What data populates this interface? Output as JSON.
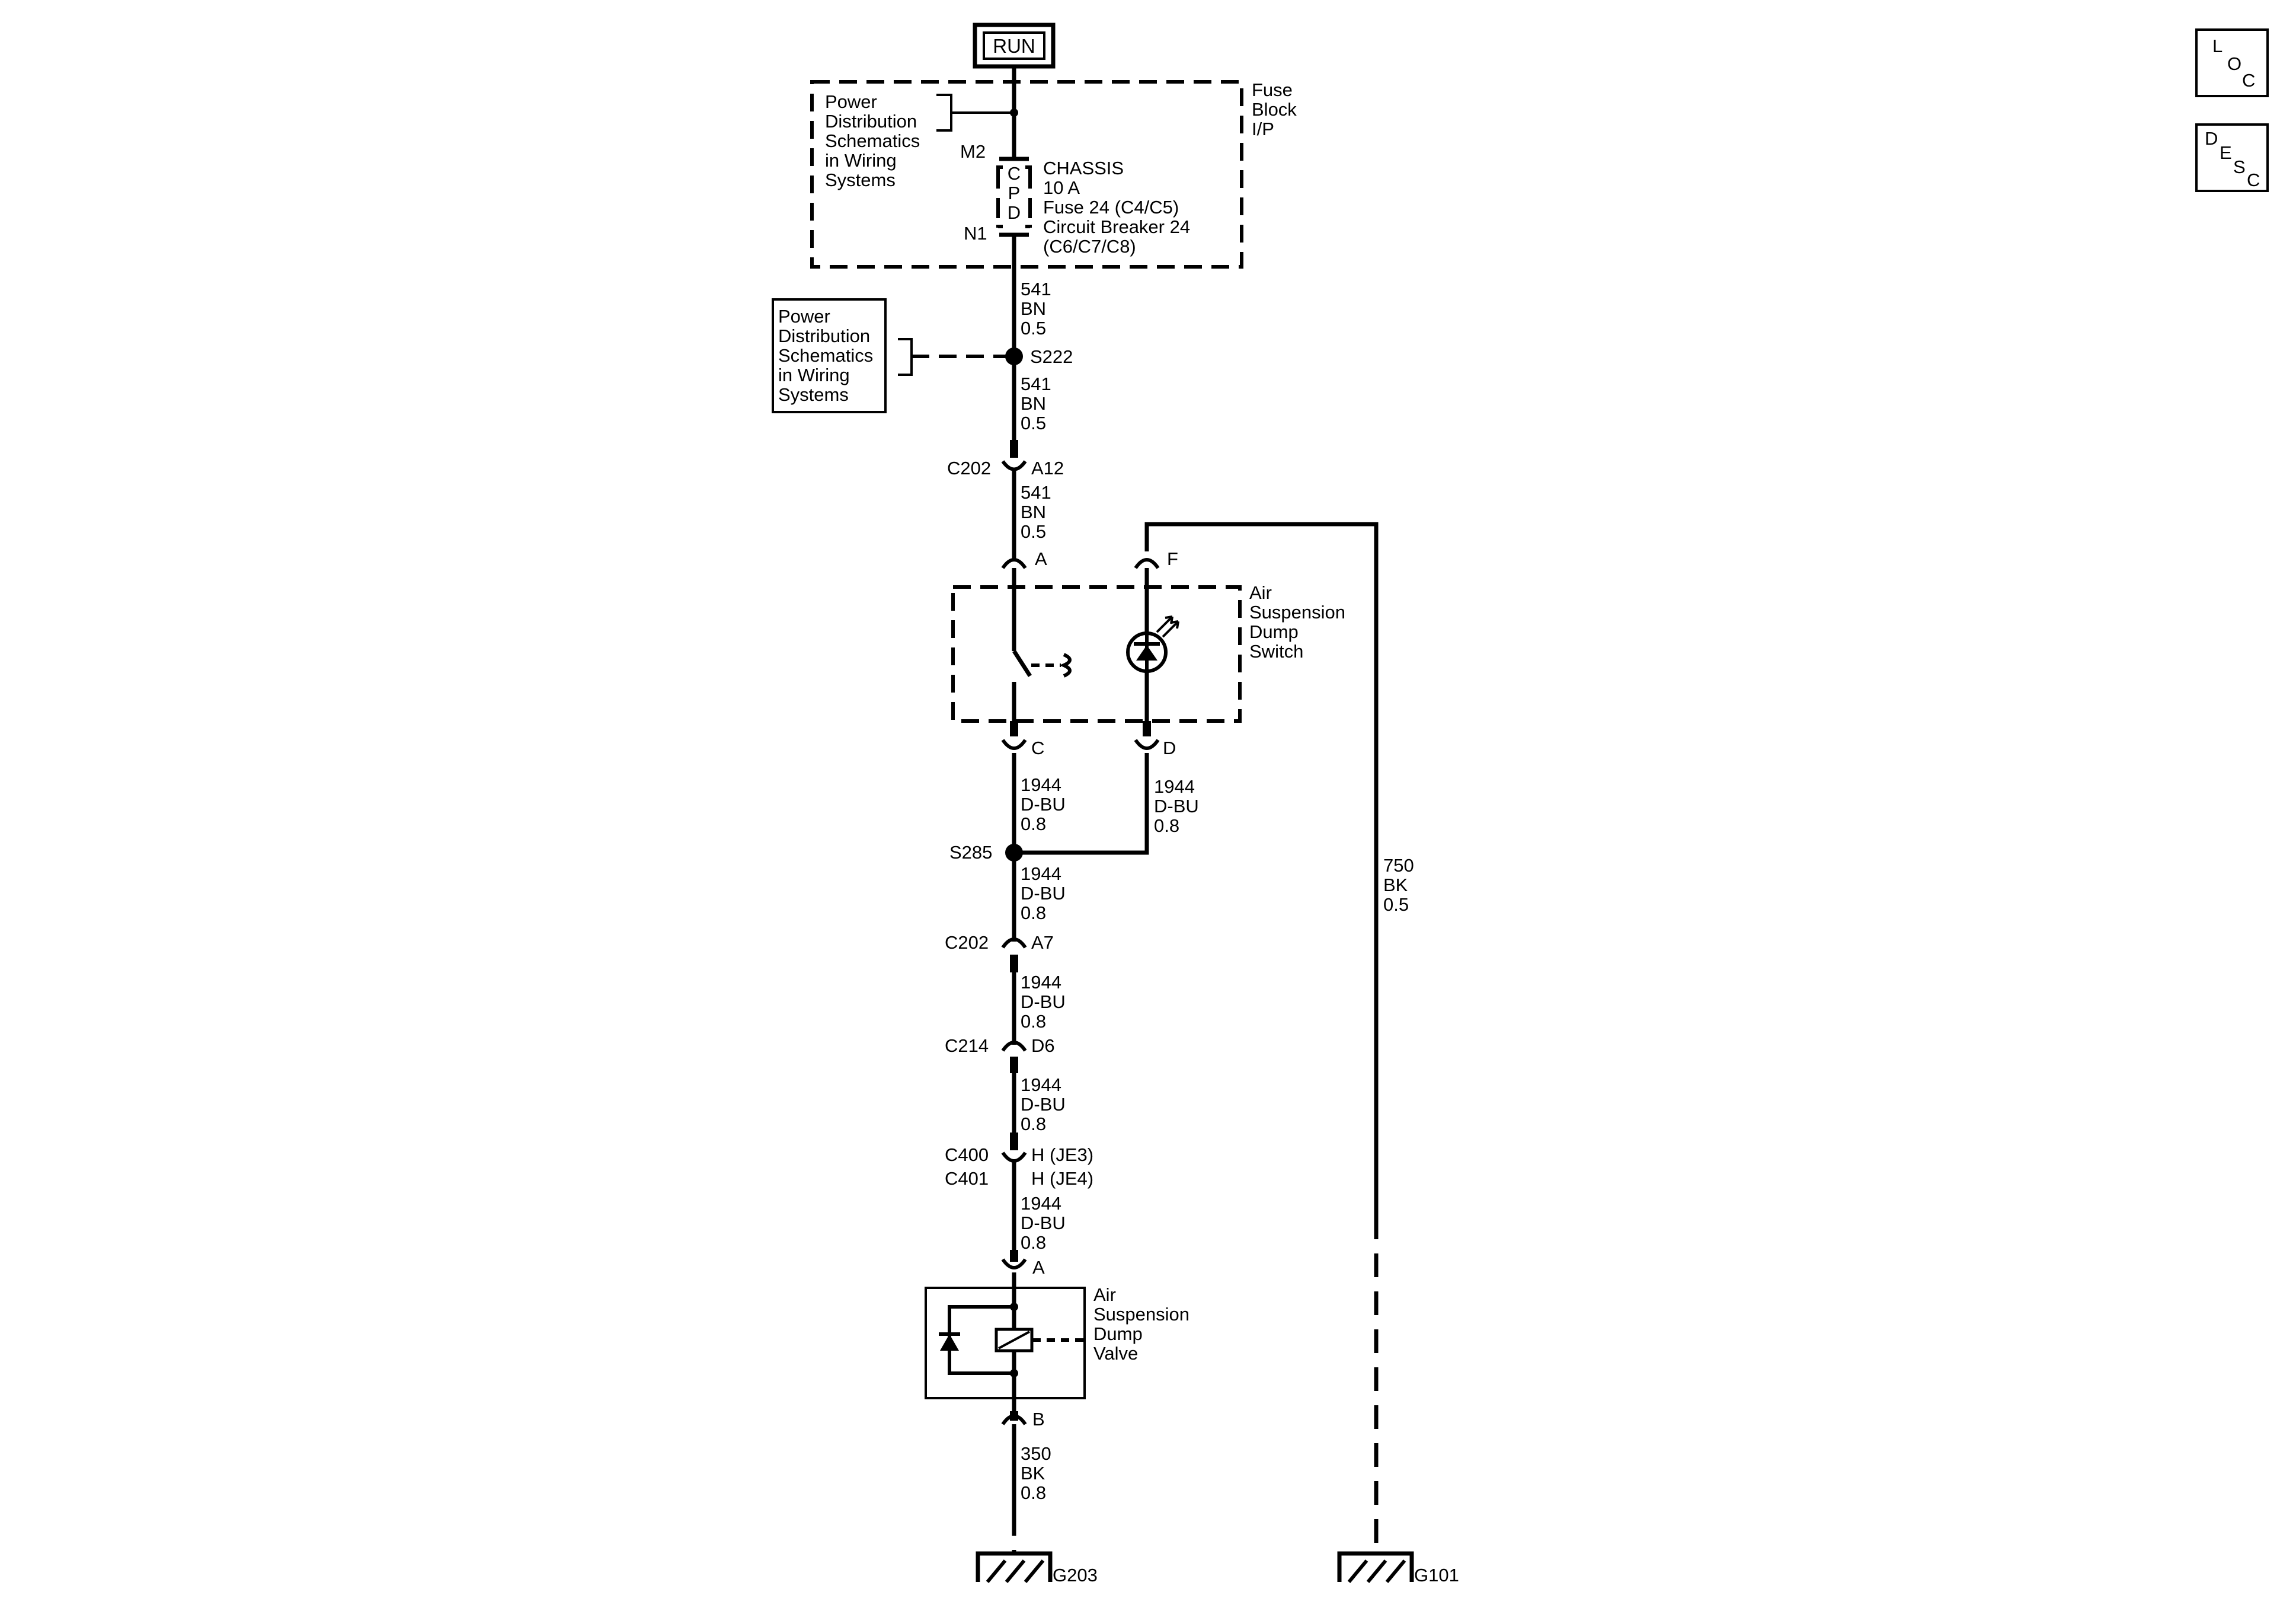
{
  "power_source": "RUN",
  "fuse_block": {
    "name_lines": [
      "Fuse",
      "Block",
      "I/P"
    ],
    "ref_lines": [
      "Power",
      "Distribution",
      "Schematics",
      "in Wiring",
      "Systems"
    ],
    "terminal_top": "M2",
    "terminal_bottom": "N1",
    "fuse_letters": [
      "C",
      "P",
      "D"
    ],
    "fuse_lines": [
      "CHASSIS",
      "10 A",
      "Fuse 24 (C4/C5)",
      "Circuit Breaker 24",
      "(C6/C7/C8)"
    ]
  },
  "splice_ref": {
    "lines": [
      "Power",
      "Distribution",
      "Schematics",
      "in Wiring",
      "Systems"
    ]
  },
  "wires": {
    "w541_a": [
      "541",
      "BN",
      "0.5"
    ],
    "w541_b": [
      "541",
      "BN",
      "0.5"
    ],
    "w541_c": [
      "541",
      "BN",
      "0.5"
    ],
    "w1944_a": [
      "1944",
      "D-BU",
      "0.8"
    ],
    "w1944_d": [
      "1944",
      "D-BU",
      "0.8"
    ],
    "w1944_b": [
      "1944",
      "D-BU",
      "0.8"
    ],
    "w1944_c": [
      "1944",
      "D-BU",
      "0.8"
    ],
    "w1944_e": [
      "1944",
      "D-BU",
      "0.8"
    ],
    "w1944_f": [
      "1944",
      "D-BU",
      "0.8"
    ],
    "w750": [
      "750",
      "BK",
      "0.5"
    ],
    "w350": [
      "350",
      "BK",
      "0.8"
    ]
  },
  "splices": {
    "s222": "S222",
    "s285": "S285"
  },
  "connectors": {
    "c202_a12": {
      "name": "C202",
      "pin": "A12"
    },
    "sw_a": "A",
    "sw_f": "F",
    "sw_c": "C",
    "sw_d": "D",
    "c202_a7": {
      "name": "C202",
      "pin": "A7"
    },
    "c214_d6": {
      "name": "C214",
      "pin": "D6"
    },
    "c400": {
      "name": "C400",
      "pin": "H (JE3)"
    },
    "c401": {
      "name": "C401",
      "pin": "H (JE4)"
    },
    "valve_a": "A",
    "valve_b": "B"
  },
  "switch": {
    "name_lines": [
      "Air",
      "Suspension",
      "Dump",
      "Switch"
    ]
  },
  "valve": {
    "name_lines": [
      "Air",
      "Suspension",
      "Dump",
      "Valve"
    ]
  },
  "grounds": {
    "g203": "G203",
    "g101": "G101"
  },
  "corner_icons": {
    "loc": [
      "L",
      "O",
      "C"
    ],
    "desc": [
      "D",
      "E",
      "S",
      "C"
    ]
  }
}
